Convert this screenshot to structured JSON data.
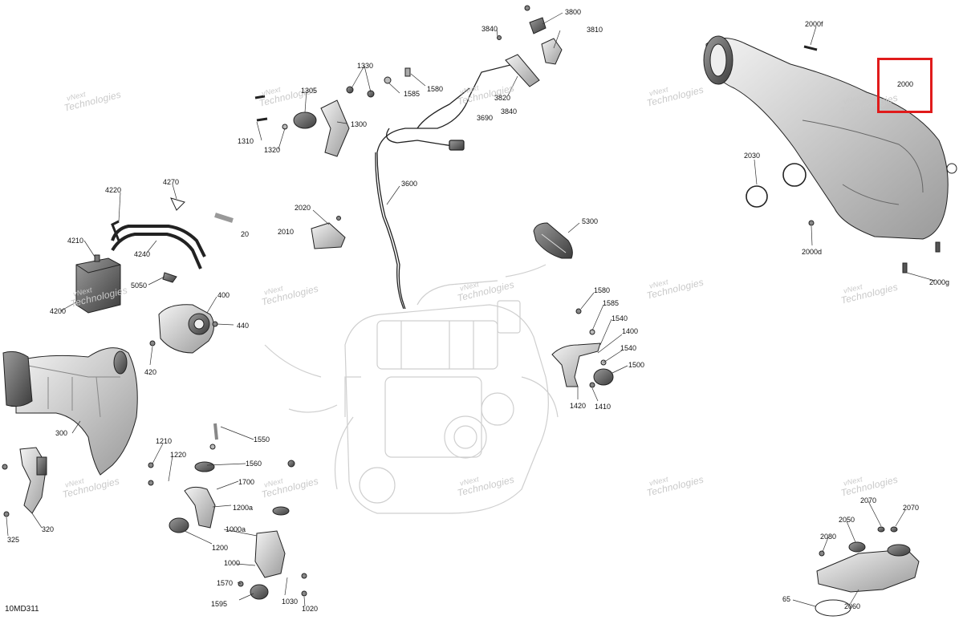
{
  "diagram_code": "10MD311",
  "highlight": {
    "part": "2000",
    "color": "#e01b1b"
  },
  "watermark": {
    "line1": "vNext",
    "line2": "Technologies"
  },
  "callouts": [
    "3800",
    "3840",
    "3810",
    "2000f",
    "1330",
    "1580",
    "1585",
    "1305",
    "3820",
    "2000",
    "3840",
    "1300",
    "3690",
    "1310",
    "1320",
    "2030",
    "4270",
    "4220",
    "3600",
    "2020",
    "2010",
    "5300",
    "2000d",
    "4210",
    "20",
    "4240",
    "1580",
    "5050",
    "2000g",
    "400",
    "1585",
    "4200",
    "440",
    "1540",
    "1400",
    "420",
    "1540",
    "1500",
    "1420",
    "1410",
    "300",
    "1550",
    "1210",
    "1220",
    "1560",
    "1700",
    "2070",
    "2070",
    "320",
    "1200a",
    "2050",
    "1000a",
    "2080",
    "325",
    "1200",
    "1000",
    "1570",
    "1030",
    "65",
    "2060",
    "1595",
    "1020"
  ],
  "colors": {
    "line": "#222222",
    "ghost": "#c8c8c8",
    "shade": "#8a8a8a"
  }
}
